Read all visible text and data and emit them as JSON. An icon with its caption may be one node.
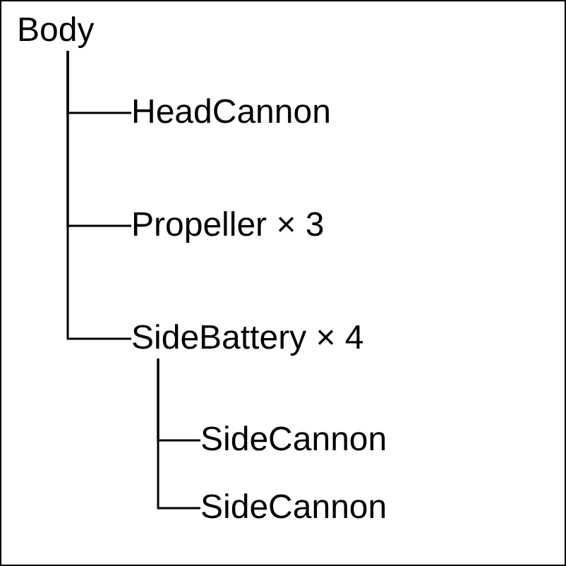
{
  "diagram": {
    "nodes": [
      {
        "text": [
          "Body"
        ]
      },
      {
        "text": [
          "HeadCannon"
        ]
      },
      {
        "text": [
          "Propeller × 3"
        ]
      },
      {
        "text": [
          "SideBattery × 4"
        ]
      },
      {
        "text": [
          "SideCannon"
        ]
      },
      {
        "text": [
          "SideCannon"
        ]
      }
    ],
    "edges": [
      {
        "from": 0,
        "to": 1,
        "arrow": "none"
      },
      {
        "from": 0,
        "to": 2,
        "arrow": "none"
      },
      {
        "from": 0,
        "to": 3,
        "arrow": "none"
      },
      {
        "from": 3,
        "to": 4,
        "arrow": "none"
      },
      {
        "from": 3,
        "to": 5,
        "arrow": "none"
      }
    ]
  }
}
